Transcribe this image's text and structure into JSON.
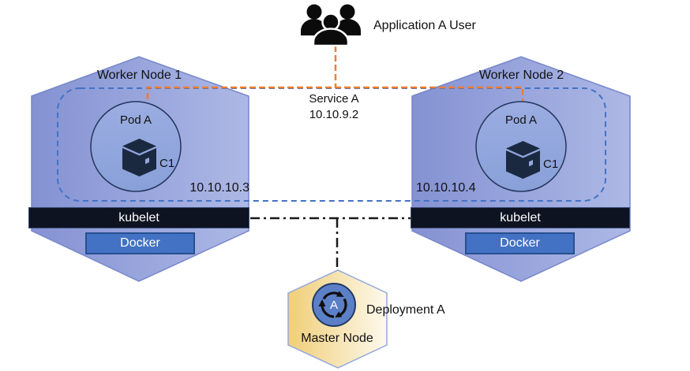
{
  "user": {
    "label": "Application A User"
  },
  "service": {
    "name": "Service A",
    "ip": "10.10.9.2"
  },
  "workers": [
    {
      "title": "Worker Node 1",
      "pod_label": "Pod A",
      "container_label": "C1",
      "pod_ip": "10.10.10.3",
      "kubelet_label": "kubelet",
      "runtime_label": "Docker"
    },
    {
      "title": "Worker Node 2",
      "pod_label": "Pod A",
      "container_label": "C1",
      "pod_ip": "10.10.10.4",
      "kubelet_label": "kubelet",
      "runtime_label": "Docker"
    }
  ],
  "master": {
    "title": "Master Node",
    "deployment_label": "Deployment A",
    "deployment_badge": "A"
  },
  "colors": {
    "node_fill_start": "#8492d3",
    "node_fill_end": "#adb8e5",
    "node_border": "#7787cb",
    "pod_fill_top": "#9bade2",
    "pod_fill_bottom": "#88a0d8",
    "pod_border": "#24355c",
    "network_dash_blue": "#4472c4",
    "service_line_orange": "#ed7d31",
    "control_line_black": "#1a1a1a",
    "kubelet_bg": "#0d1320",
    "docker_bg": "#4372c4",
    "master_fill_start": "#f1ce78",
    "master_fill_end": "#fdf9ec",
    "master_border": "#93a9dc",
    "deployment_circle": "#5b80c7",
    "icon_dark": "#1b2940"
  }
}
